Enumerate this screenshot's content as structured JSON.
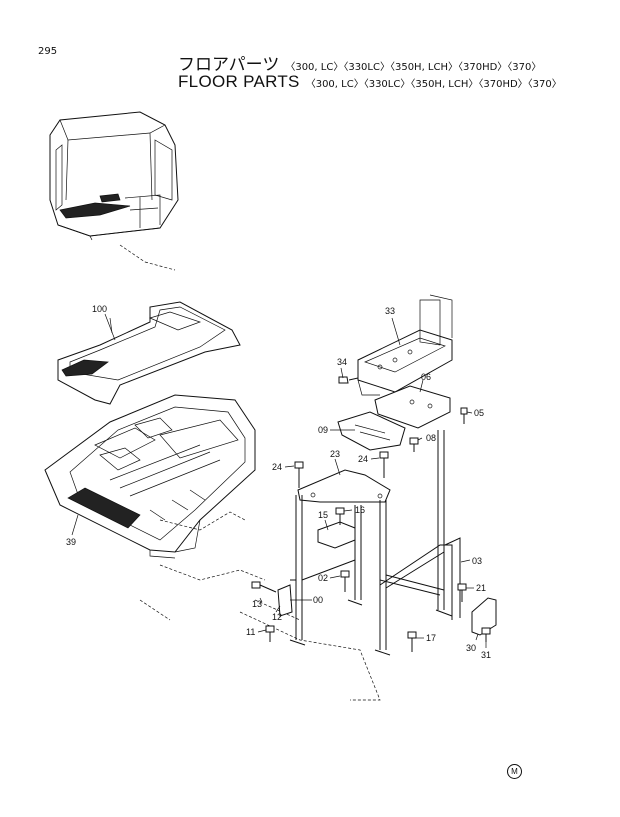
{
  "page_number": "295",
  "title_jp": "フロアパーツ",
  "title_en": "FLOOR PARTS",
  "models": "〈300, LC〉〈330LC〉〈350H, LCH〉〈370HD〉〈370〉",
  "corner_mark": "M",
  "callouts": {
    "p100": "100",
    "p39": "39",
    "p33": "33",
    "p34": "34",
    "p06": "06",
    "p05": "05",
    "p09": "09",
    "p08": "08",
    "p23": "23",
    "p24a": "24",
    "p24b": "24",
    "p16": "16",
    "p15": "15",
    "p03": "03",
    "p02": "02",
    "p21": "21",
    "p13": "13",
    "p00": "00",
    "p12": "12",
    "p11": "11",
    "p17": "17",
    "p30": "30",
    "p31": "31"
  }
}
